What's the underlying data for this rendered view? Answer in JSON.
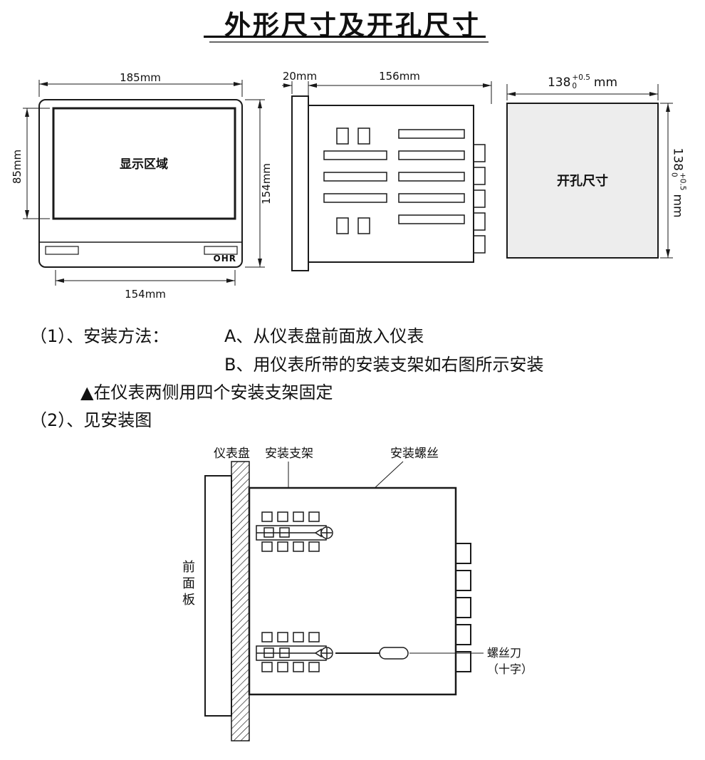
{
  "title": "外形尺寸及开孔尺寸",
  "front_view": {
    "display_area": "显示区域",
    "brand": "OHR",
    "dim_width_top": "185mm",
    "dim_display_height": "85mm",
    "dim_height_right": "154mm",
    "dim_width_bottom": "154mm"
  },
  "side_view": {
    "dim_bezel_depth": "20mm",
    "dim_body_depth": "156mm"
  },
  "cutout": {
    "label": "开孔尺寸",
    "dim_base": "138",
    "tol_upper": "+0.5",
    "tol_lower": "0",
    "unit": "mm"
  },
  "instructions": {
    "item1": "（1）、安装方法：",
    "step_a": "A、从仪表盘前面放入仪表",
    "step_b": "B、用仪表所带的安装支架如右图所示安装",
    "note": "▲在仪表两侧用四个安装支架固定",
    "item2": "（2）、见安装图"
  },
  "install": {
    "label_panel": "仪表盘",
    "label_bracket": "安装支架",
    "label_screw": "安装螺丝",
    "label_front_panel": "前面板",
    "label_screwdriver_1": "螺丝刀",
    "label_screwdriver_2": "（十字）"
  },
  "colors": {
    "line": "#1a1a1a",
    "cutout_fill": "#ededed"
  }
}
